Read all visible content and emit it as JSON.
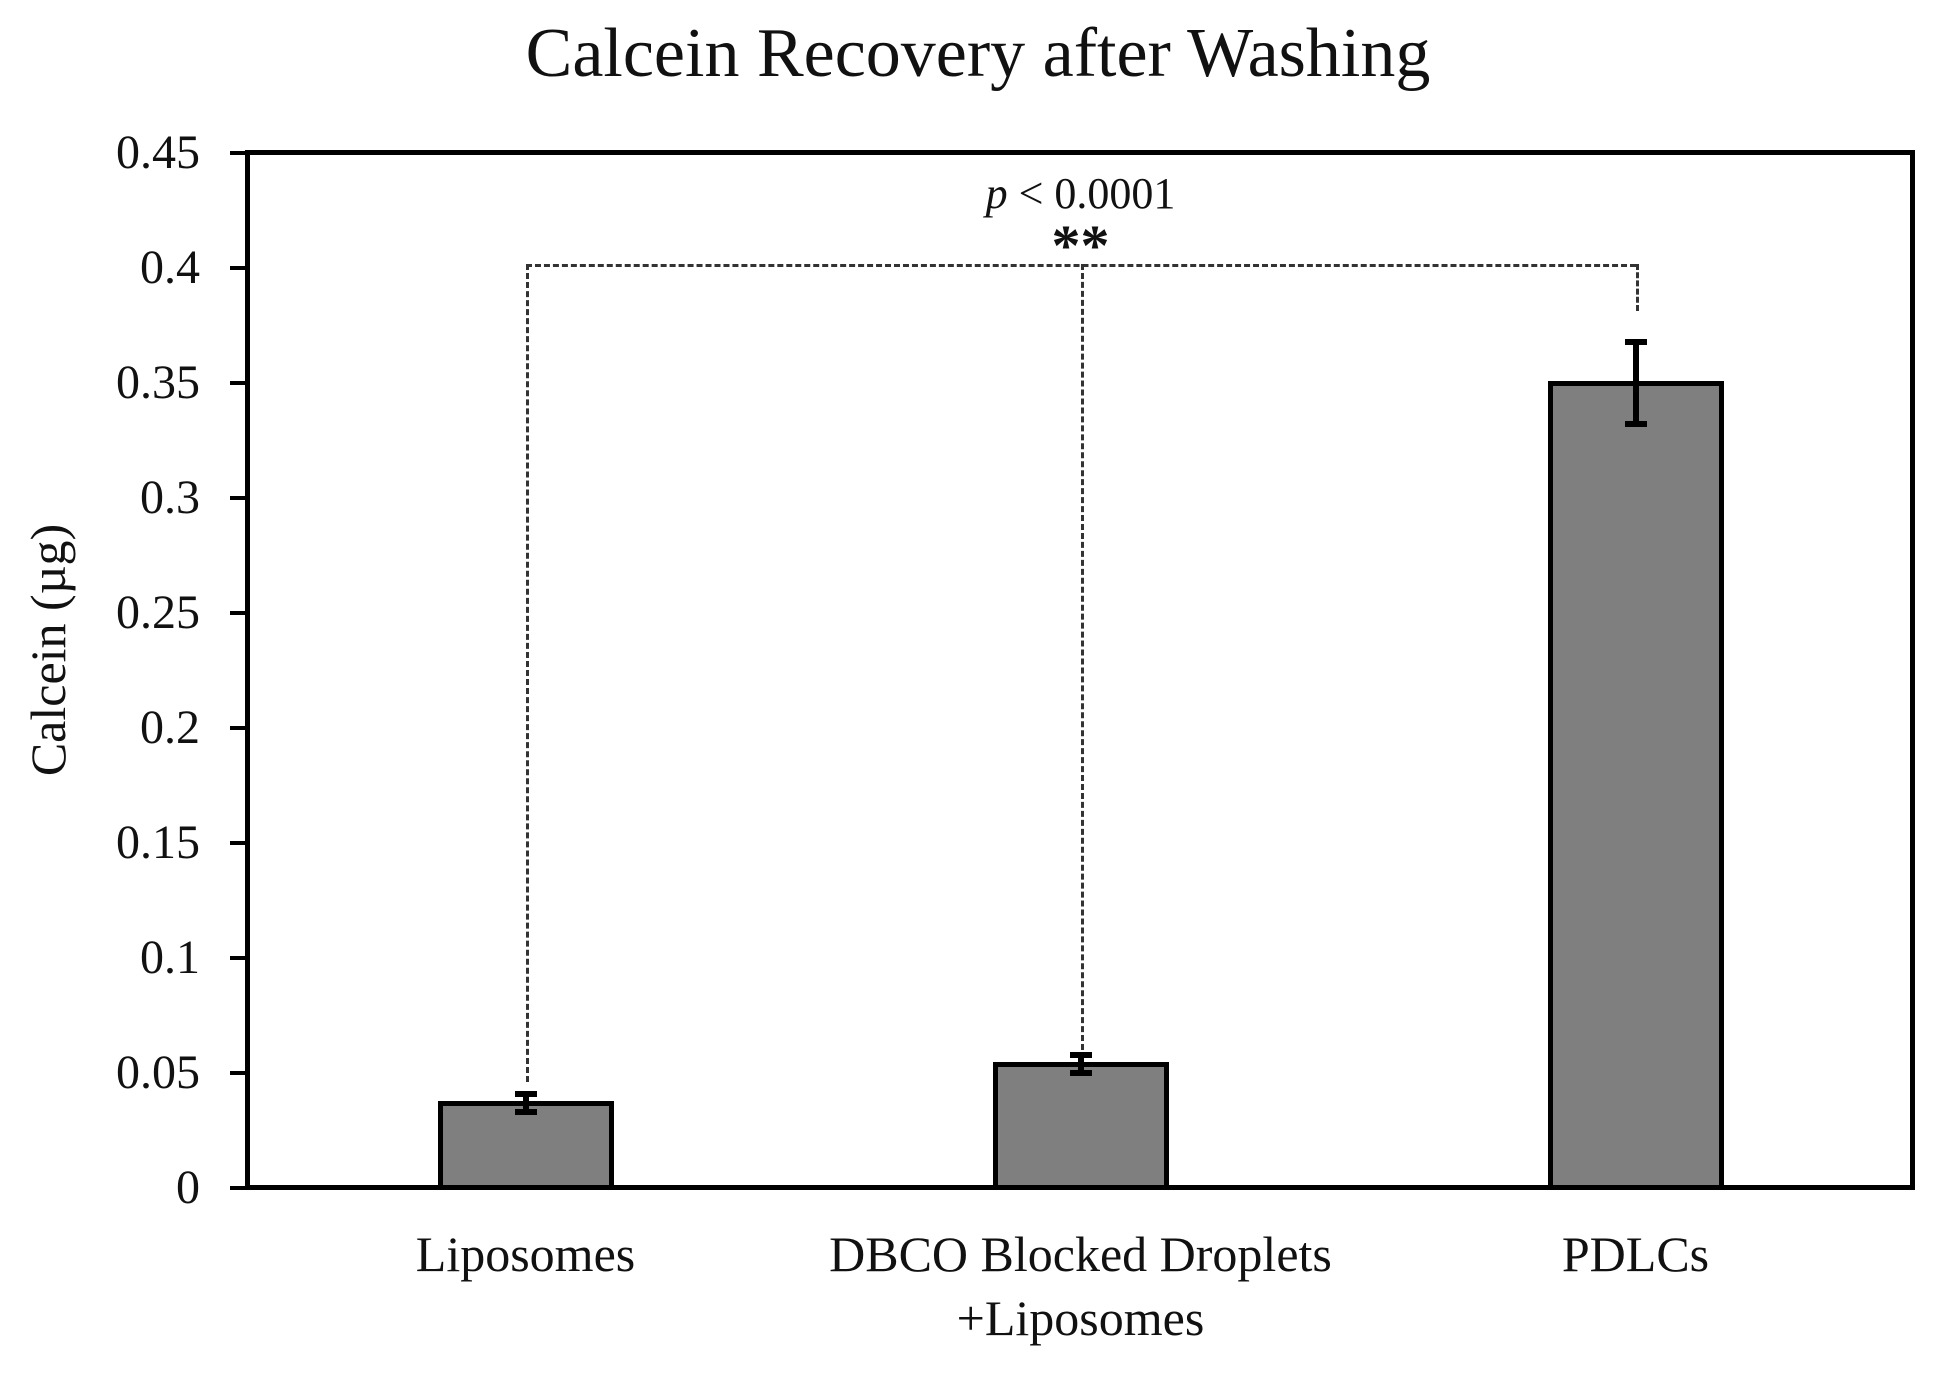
{
  "significance": {
    "p_var": "p",
    "p_rest": " < 0.0001",
    "stars": "**"
  },
  "chart_data": {
    "type": "bar",
    "title": "Calcein Recovery after Washing",
    "xlabel": "",
    "ylabel": "Calcein (µg)",
    "categories": [
      "Liposomes",
      "DBCO Blocked Droplets\n+Liposomes",
      "PDLCs"
    ],
    "values": [
      0.037,
      0.054,
      0.35
    ],
    "error_bars": [
      0.004,
      0.004,
      0.018
    ],
    "ylim": [
      0,
      0.45
    ],
    "ytick_interval": 0.05,
    "ytick_labels": [
      "0",
      "0.05",
      "0.1",
      "0.15",
      "0.2",
      "0.25",
      "0.3",
      "0.35",
      "0.4",
      "0.45"
    ],
    "grid": false,
    "legend": "none",
    "bar_color": "#7f7f7f",
    "bar_border_color": "#000000",
    "annotations": [
      {
        "text": "p < 0.0001",
        "style": "italic-p"
      },
      {
        "text": "**",
        "style": "bold"
      }
    ],
    "bracket": {
      "y_value": 0.4,
      "line_style": "dashed",
      "connects_categories": [
        0,
        1,
        2
      ]
    }
  }
}
